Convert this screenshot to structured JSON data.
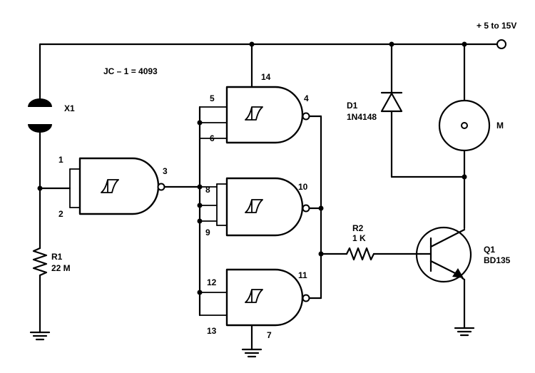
{
  "supply_label": "+ 5 to 15V",
  "ic_note": "JC – 1 = 4093",
  "x1": {
    "ref": "X1"
  },
  "r1": {
    "ref": "R1",
    "value": "22 M"
  },
  "r2": {
    "ref": "R2",
    "value": "1 K"
  },
  "d1": {
    "ref": "D1",
    "part": "1N4148"
  },
  "q1": {
    "ref": "Q1",
    "part": "BD135"
  },
  "motor": {
    "ref": "M"
  },
  "pins": {
    "p1": "1",
    "p2": "2",
    "p3": "3",
    "p4": "4",
    "p5": "5",
    "p6": "6",
    "p7": "7",
    "p8": "8",
    "p9": "9",
    "p10": "10",
    "p11": "11",
    "p12": "12",
    "p13": "13",
    "p14": "14"
  }
}
